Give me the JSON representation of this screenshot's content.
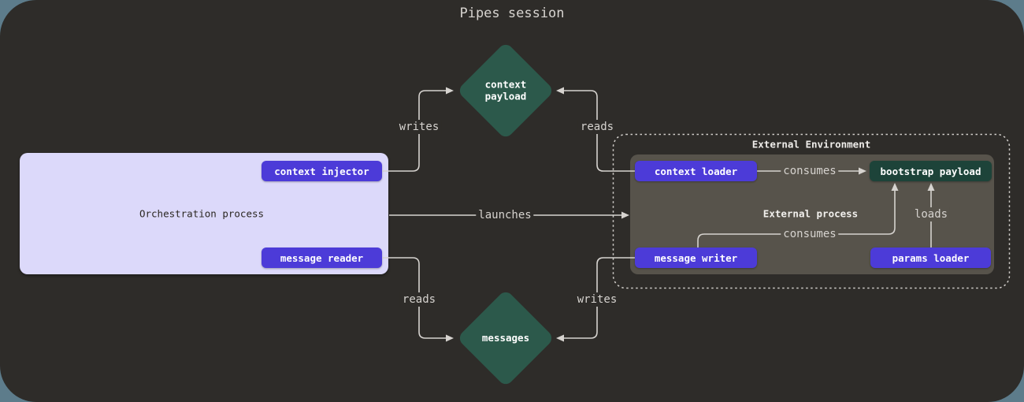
{
  "title": "Pipes session",
  "nodes": {
    "context_payload": {
      "line1": "context",
      "line2": "payload"
    },
    "messages": {
      "label": "messages"
    },
    "orchestration": {
      "label": "Orchestration process",
      "context_injector": "context injector",
      "message_reader": "message reader"
    },
    "external": {
      "label": "External Environment",
      "process_label": "External process",
      "context_loader": "context loader",
      "message_writer": "message writer",
      "params_loader": "params loader",
      "bootstrap_payload": "bootstrap payload"
    }
  },
  "edges": {
    "writes_top": {
      "label": "writes"
    },
    "reads_top": {
      "label": "reads"
    },
    "launches": {
      "label": "launches"
    },
    "consumes_top": {
      "label": "consumes"
    },
    "consumes_bottom": {
      "label": "consumes"
    },
    "loads": {
      "label": "loads"
    },
    "reads_bottom": {
      "label": "reads"
    },
    "writes_bottom": {
      "label": "writes"
    }
  },
  "colors": {
    "outer_background": "#5d7c8b",
    "canvas_background": "#2e2c29",
    "accent_purple": "#4c3bd8",
    "orchestration_lavender": "#dcd9fa",
    "diamond_green": "#2c594b",
    "bootstrap_green": "#1d4339",
    "process_gray": "#57534b",
    "line_gray": "#d6d3cf"
  }
}
